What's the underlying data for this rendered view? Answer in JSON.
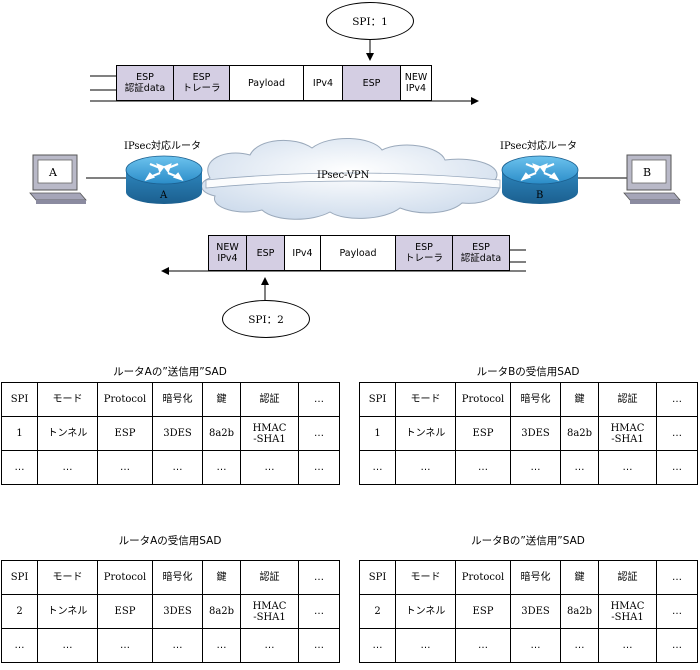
{
  "spi_top": "SPI：1",
  "spi_bottom": "SPI：2",
  "packet_top": [
    "ESP\n認証data",
    "ESP\nトレーラ",
    "Payload",
    "IPv4",
    "ESP",
    "NEW\nIPv4"
  ],
  "packet_bottom": [
    "NEW\nIPv4",
    "ESP",
    "IPv4",
    "Payload",
    "ESP\nトレーラ",
    "ESP\n認証data"
  ],
  "router_a_caption": "IPsec対応ルータ",
  "router_b_caption": "IPsec対応ルータ",
  "router_a_letter": "A",
  "router_b_letter": "B",
  "pc_a_letter": "A",
  "pc_b_letter": "B",
  "vpn_label": "IPsec-VPN",
  "colors": {
    "shade": "#d4cee3",
    "router": "#3aa0d6",
    "cloud": "#e2ebf4"
  },
  "tables": [
    {
      "title": "ルータAの”送信用”SAD",
      "header": [
        "SPI",
        "モード",
        "Protocol",
        "暗号化",
        "鍵",
        "認証",
        "…"
      ],
      "row": [
        "1",
        "トンネル",
        "ESP",
        "3DES",
        "8a2b",
        "HMAC\n-SHA1",
        "…"
      ],
      "ellipsis": [
        "…",
        "…",
        "…",
        "…",
        "…",
        "…",
        "…"
      ]
    },
    {
      "title": "ルータBの受信用SAD",
      "header": [
        "SPI",
        "モード",
        "Protocol",
        "暗号化",
        "鍵",
        "認証",
        "…"
      ],
      "row": [
        "1",
        "トンネル",
        "ESP",
        "3DES",
        "8a2b",
        "HMAC\n-SHA1",
        "…"
      ],
      "ellipsis": [
        "…",
        "…",
        "…",
        "…",
        "…",
        "…",
        "…"
      ]
    },
    {
      "title": "ルータAの受信用SAD",
      "header": [
        "SPI",
        "モード",
        "Protocol",
        "暗号化",
        "鍵",
        "認証",
        "…"
      ],
      "row": [
        "2",
        "トンネル",
        "ESP",
        "3DES",
        "8a2b",
        "HMAC\n-SHA1",
        "…"
      ],
      "ellipsis": [
        "…",
        "…",
        "…",
        "…",
        "…",
        "…",
        "…"
      ]
    },
    {
      "title": "ルータBの”送信用”SAD",
      "header": [
        "SPI",
        "モード",
        "Protocol",
        "暗号化",
        "鍵",
        "認証",
        "…"
      ],
      "row": [
        "2",
        "トンネル",
        "ESP",
        "3DES",
        "8a2b",
        "HMAC\n-SHA1",
        "…"
      ],
      "ellipsis": [
        "…",
        "…",
        "…",
        "…",
        "…",
        "…",
        "…"
      ]
    }
  ]
}
